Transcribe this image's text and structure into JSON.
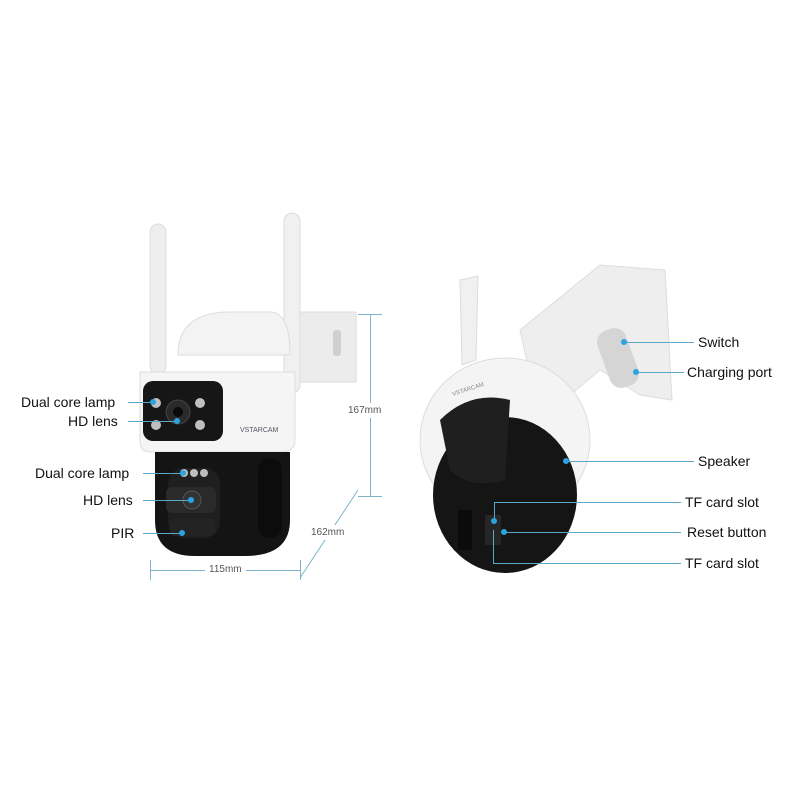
{
  "left_camera": {
    "labels": [
      "Dual core lamp",
      "HD lens",
      "Dual core lamp",
      "HD lens",
      "PIR"
    ],
    "brand": "VSTARCAM",
    "dimensions": {
      "height": "167mm",
      "depth": "162mm",
      "width": "115mm"
    }
  },
  "right_camera": {
    "labels": [
      "Switch",
      "Charging port",
      "Speaker",
      "TF card slot",
      "Reset button",
      "TF card slot"
    ],
    "brand": "VSTARCAM"
  },
  "colors": {
    "callout_line": "#5aa7c7",
    "callout_dot": "#2aa3e0",
    "body_white": "#f2f2f2",
    "body_black": "#141414"
  }
}
